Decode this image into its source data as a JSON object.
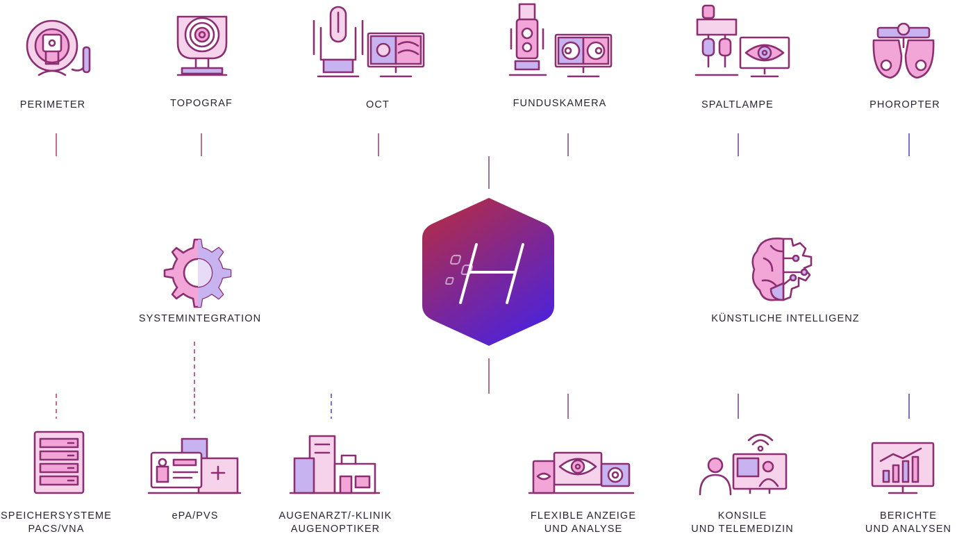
{
  "colors": {
    "red": "#b52b4c",
    "purple": "#4b2fb1",
    "magenta": "#8c2f72",
    "pink": "#f2a6d8",
    "lavender": "#c7b3ef",
    "hex_top": "#b22c48",
    "hex_bottom": "#4a22df"
  },
  "center": {
    "logo_icon": "hyperspace-logo-icon"
  },
  "devices": [
    {
      "label": "PERIMETER",
      "icon": "perimeter-icon"
    },
    {
      "label": "TOPOGRAF",
      "icon": "topograph-icon"
    },
    {
      "label": "OCT",
      "icon": "oct-icon"
    },
    {
      "label": "FUNDUSKAMERA",
      "icon": "fundus-camera-icon"
    },
    {
      "label": "SPALTLAMPE",
      "icon": "slit-lamp-icon"
    },
    {
      "label": "PHOROPTER",
      "icon": "phoropter-icon"
    }
  ],
  "left_node": {
    "label": "SYSTEMINTEGRATION",
    "icon": "gear-icon"
  },
  "right_node": {
    "label": "KÜNSTLICHE INTELLIGENZ",
    "icon": "ai-brain-icon"
  },
  "integrations": [
    {
      "line1": "SPEICHERSYSTEME",
      "line2": "PACS/VNA",
      "icon": "server-rack-icon"
    },
    {
      "line1": "ePA/PVS",
      "line2": "",
      "icon": "patient-record-icon"
    },
    {
      "line1": "AUGENARZT/-KLINIK",
      "line2": "AUGENOPTIKER",
      "icon": "clinic-building-icon"
    }
  ],
  "outputs": [
    {
      "line1": "FLEXIBLE ANZEIGE",
      "line2": "UND ANALYSE",
      "icon": "multi-display-icon"
    },
    {
      "line1": "KONSILE",
      "line2": "UND TELEMEDIZIN",
      "icon": "telemedicine-icon"
    },
    {
      "line1": "BERICHTE",
      "line2": "UND ANALYSEN",
      "icon": "report-chart-icon"
    }
  ]
}
